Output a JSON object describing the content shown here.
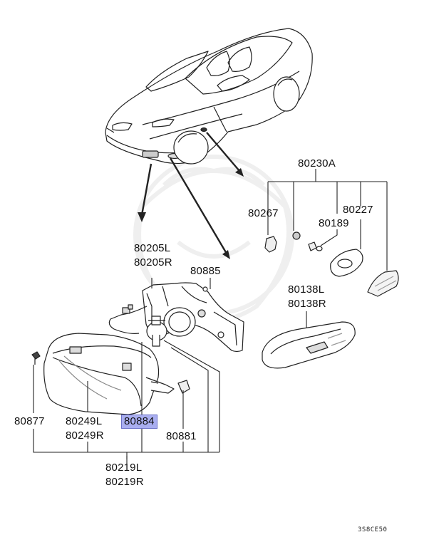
{
  "labels": {
    "l80230A": "80230A",
    "l80267": "80267",
    "l80227": "80227",
    "l80189": "80189",
    "l80205L": "80205L",
    "l80205R": "80205R",
    "l80885": "80885",
    "l80138L": "80138L",
    "l80138R": "80138R",
    "l80877": "80877",
    "l80249L": "80249L",
    "l80249R": "80249R",
    "l80884": "80884",
    "l80881": "80881",
    "l80219L": "80219L",
    "l80219R": "80219R"
  },
  "diagram_code": "3S8CE50",
  "colors": {
    "highlight": "#a9aef0",
    "line": "#222222"
  }
}
